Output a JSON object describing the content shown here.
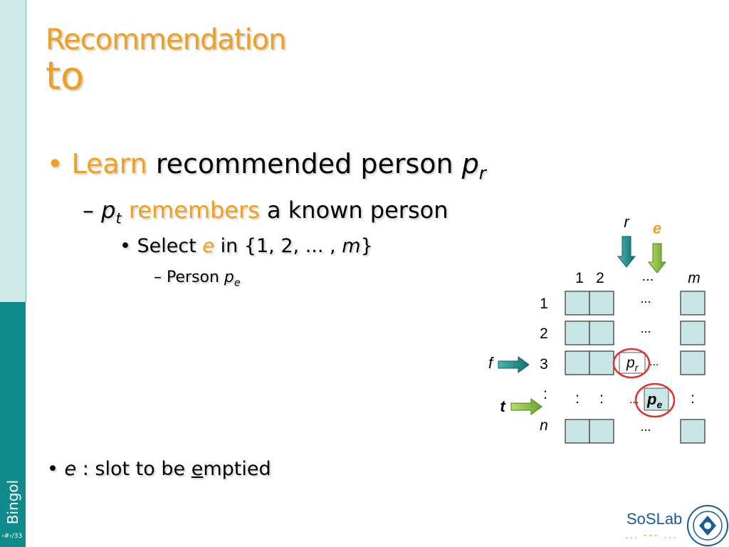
{
  "sidebar": {
    "label": "Bingol",
    "slide_number": "‹#›/33"
  },
  "title": {
    "line1": "Recommendation",
    "line2": "to"
  },
  "bullets": {
    "b1": {
      "marker": "•",
      "highlight": "Learn",
      "text": " recommended person ",
      "var": "p",
      "sub": "r"
    },
    "b2": {
      "marker": "–",
      "var": "p",
      "sub": "t",
      "highlight": " remembers",
      "text": " a known person"
    },
    "b3": {
      "marker": "•",
      "text": "Select ",
      "var": "e",
      "text2": " in {1, 2, ... , ",
      "var2": "m",
      "text3": "}"
    },
    "b4": {
      "marker": "–",
      "text": "Person ",
      "var": "p",
      "sub": "e"
    },
    "b5": {
      "marker": "•",
      "var": "e",
      "text": " : slot to be ",
      "u": "e",
      "text2": "mptied"
    }
  },
  "diagram": {
    "col_headers": [
      "1",
      "2",
      "...",
      "m"
    ],
    "row_labels": [
      "1",
      "2",
      "3",
      ":",
      "n"
    ],
    "dots": "...",
    "colon": ":",
    "arrow_r_label": "r",
    "arrow_e_label": "e",
    "arrow_f_label": "f",
    "arrow_t_label": "t",
    "pr": {
      "var": "p",
      "sub": "r"
    },
    "pe": {
      "var": "p",
      "sub": "e"
    },
    "colors": {
      "cell_fill": "#c8e6e6",
      "arrow_teal": "#1a8a8a",
      "arrow_green": "#8cc63f",
      "circle_red": "#e03030"
    }
  },
  "logo": {
    "text": "SoSLab",
    "dots": "... --- ..."
  }
}
